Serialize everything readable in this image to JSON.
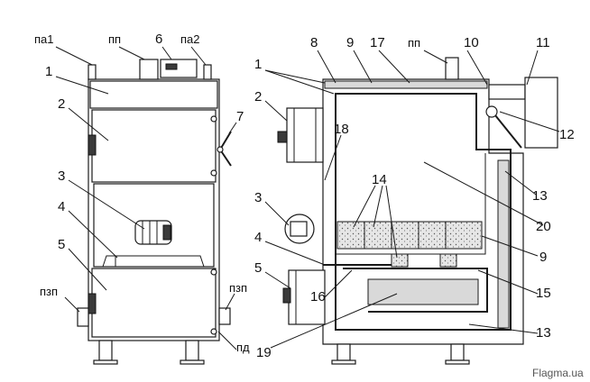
{
  "left_view": {
    "labels": {
      "pa1": "па1",
      "pp": "пп",
      "n6": "6",
      "pa2": "па2",
      "n1": "1",
      "n2": "2",
      "n7": "7",
      "n3": "3",
      "n4": "4",
      "n5": "5",
      "pzp_left": "пзп",
      "pzp_right": "пзп",
      "pd": "пд"
    }
  },
  "right_view": {
    "labels": {
      "n8": "8",
      "n9_top": "9",
      "n17": "17",
      "pp": "пп",
      "n10": "10",
      "n11": "11",
      "n1": "1",
      "n2": "2",
      "n18": "18",
      "n12": "12",
      "n3": "3",
      "n14": "14",
      "n13_upper": "13",
      "n20": "20",
      "n4": "4",
      "n9_lower": "9",
      "n5": "5",
      "n16": "16",
      "n15": "15",
      "n13_lower": "13",
      "n19": "19"
    }
  },
  "watermark": "Flagma.ua"
}
